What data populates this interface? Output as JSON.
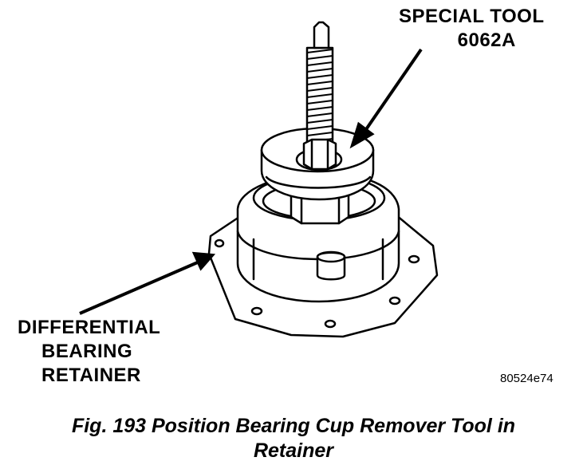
{
  "labels": {
    "special_tool_line1": "SPECIAL TOOL",
    "special_tool_line2": "6062A",
    "retainer_line1": "DIFFERENTIAL",
    "retainer_line2": "BEARING",
    "retainer_line3": "RETAINER"
  },
  "figure_code": "80524e74",
  "caption": {
    "line1": "Fig. 193 Position Bearing Cup Remover Tool in",
    "line2": "Retainer"
  },
  "colors": {
    "ink": "#000000",
    "paper": "#ffffff"
  }
}
